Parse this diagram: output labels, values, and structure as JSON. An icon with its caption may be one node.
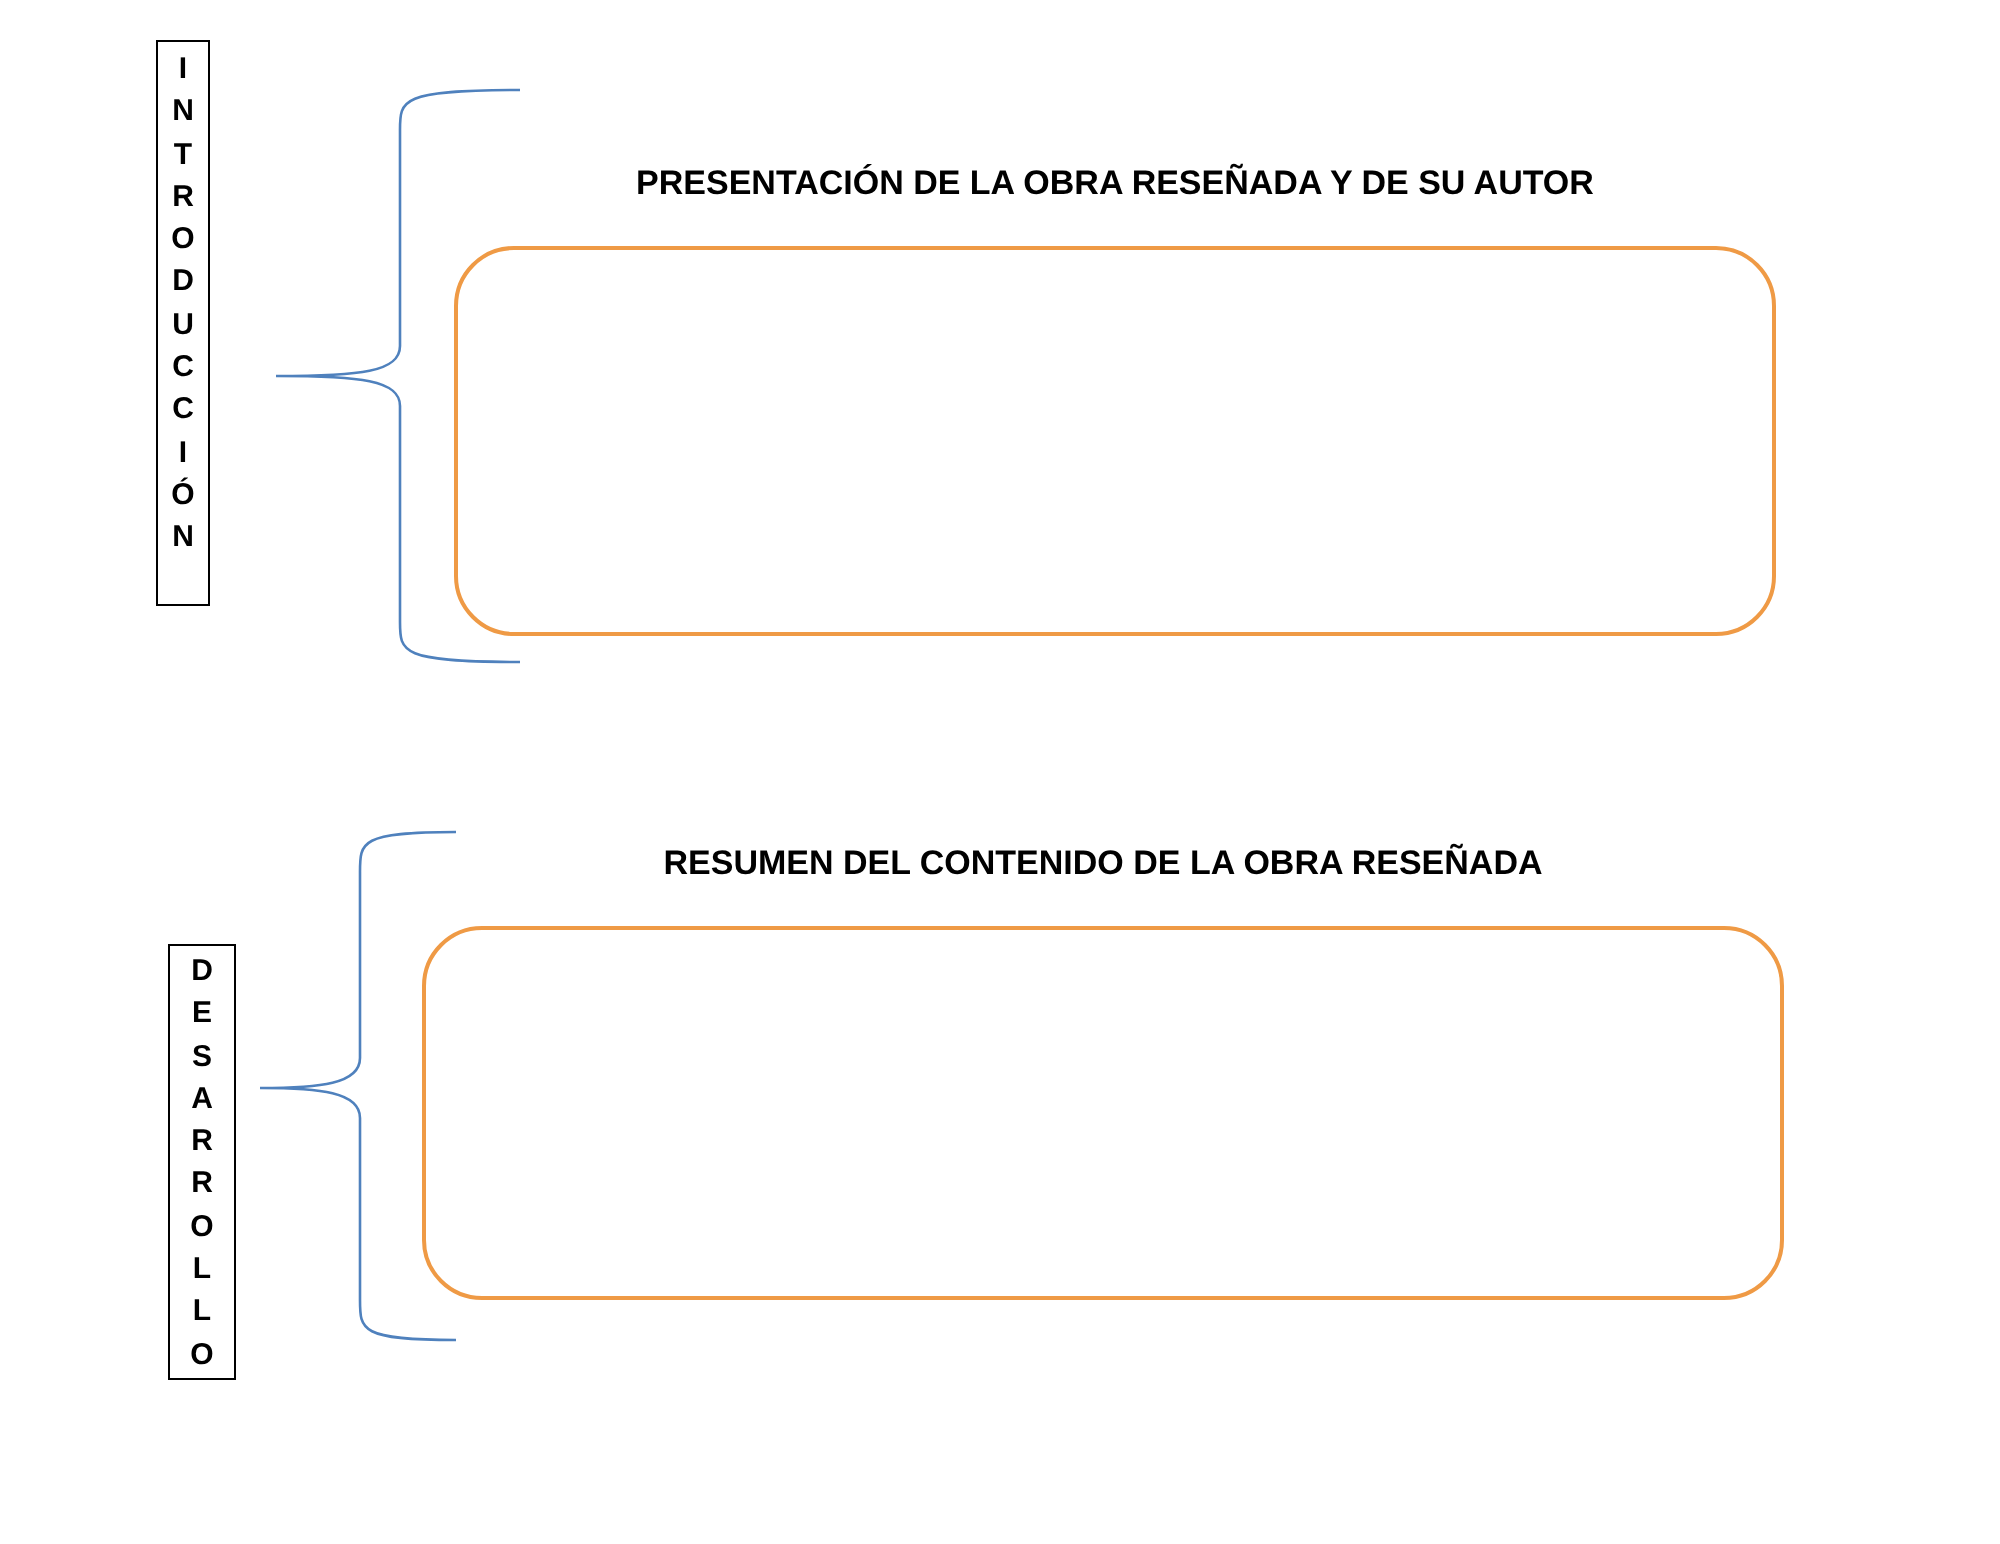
{
  "diagram": {
    "nodes": [
      {
        "text": [
          "INTRODUCCIÓN"
        ]
      },
      {
        "text": [
          "PRESENTACIÓN DE LA OBRA RESEÑADA Y DE SU AUTOR"
        ]
      },
      {
        "text": [
          "DESARROLLO"
        ]
      },
      {
        "text": [
          "RESUMEN DEL CONTENIDO DE LA OBRA RESEÑADA"
        ]
      }
    ]
  }
}
